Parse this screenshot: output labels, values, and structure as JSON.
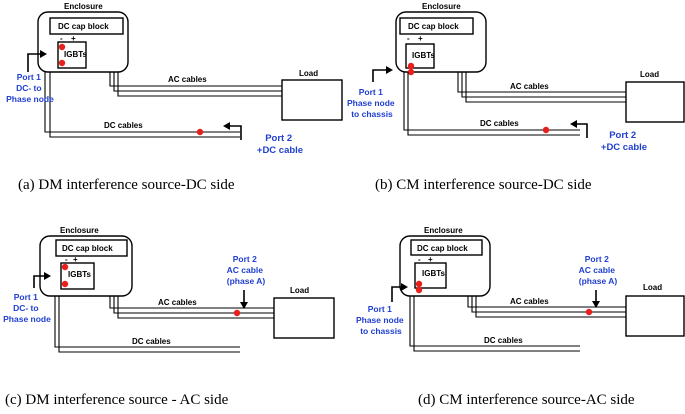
{
  "labels": {
    "enclosure": "Enclosure",
    "dc_cap_block": "DC cap block",
    "igbts": "IGBTs",
    "minus": "-",
    "plus": "+",
    "load": "Load",
    "ac_cables": "AC cables",
    "dc_cables": "DC cables"
  },
  "panels": [
    {
      "caption": "(a) DM interference source-DC side",
      "port1": [
        "Port 1",
        "DC- to",
        "Phase node"
      ],
      "port2": [
        "Port 2",
        "+DC cable"
      ]
    },
    {
      "caption": "(b) CM interference source-DC side",
      "port1": [
        "Port 1",
        "Phase node",
        "to chassis"
      ],
      "port2": [
        "Port 2",
        "+DC cable"
      ]
    },
    {
      "caption": "(c) DM interference source - AC side",
      "port1": [
        "Port 1",
        "DC- to",
        "Phase node"
      ],
      "port2": [
        "Port 2",
        "AC cable",
        "(phase A)"
      ]
    },
    {
      "caption": "(d) CM interference source-AC side",
      "port1": [
        "Port 1",
        "Phase node",
        "to chassis"
      ],
      "port2": [
        "Port 2",
        "AC cable",
        "(phase A)"
      ]
    }
  ],
  "colors": {
    "port_text": "#1f3fd1",
    "probe_dot": "#e8201c"
  }
}
